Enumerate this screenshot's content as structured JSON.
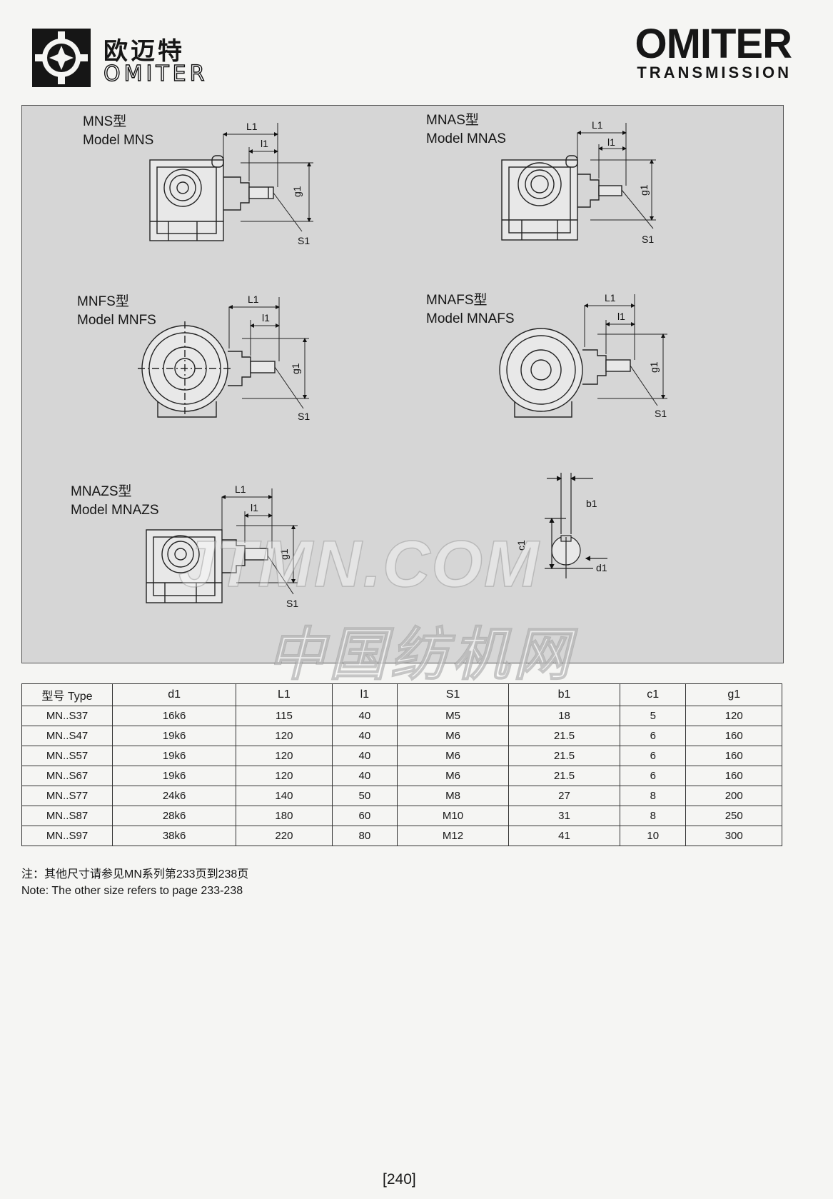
{
  "header": {
    "logo_cn": "欧迈特",
    "logo_en": "OMITER",
    "brand_main": "OMITER",
    "brand_sub": "TRANSMISSION"
  },
  "models": [
    {
      "type_cn": "MNS型",
      "name": "Model MNS"
    },
    {
      "type_cn": "MNAS型",
      "name": "Model MNAS"
    },
    {
      "type_cn": "MNFS型",
      "name": "Model MNFS"
    },
    {
      "type_cn": "MNAFS型",
      "name": "Model MNAFS"
    },
    {
      "type_cn": "MNAZS型",
      "name": "Model MNAZS"
    }
  ],
  "dimension_labels": {
    "L1": "L1",
    "l1": "l1",
    "g1": "g1",
    "S1": "S1",
    "b1": "b1",
    "c1": "c1",
    "d1": "d1"
  },
  "watermark": {
    "en": "JTMN.COM",
    "cn": "中国纺机网"
  },
  "table": {
    "headers": [
      "型号 Type",
      "d1",
      "L1",
      "l1",
      "S1",
      "b1",
      "c1",
      "g1"
    ],
    "rows": [
      [
        "MN..S37",
        "16k6",
        "115",
        "40",
        "M5",
        "18",
        "5",
        "120"
      ],
      [
        "MN..S47",
        "19k6",
        "120",
        "40",
        "M6",
        "21.5",
        "6",
        "160"
      ],
      [
        "MN..S57",
        "19k6",
        "120",
        "40",
        "M6",
        "21.5",
        "6",
        "160"
      ],
      [
        "MN..S67",
        "19k6",
        "120",
        "40",
        "M6",
        "21.5",
        "6",
        "160"
      ],
      [
        "MN..S77",
        "24k6",
        "140",
        "50",
        "M8",
        "27",
        "8",
        "200"
      ],
      [
        "MN..S87",
        "28k6",
        "180",
        "60",
        "M10",
        "31",
        "8",
        "250"
      ],
      [
        "MN..S97",
        "38k6",
        "220",
        "80",
        "M12",
        "41",
        "10",
        "300"
      ]
    ]
  },
  "note": {
    "cn": "注：其他尺寸请参见MN系列第233页到238页",
    "en": "Note: The other size refers to page 233-238"
  },
  "page_number": "240"
}
